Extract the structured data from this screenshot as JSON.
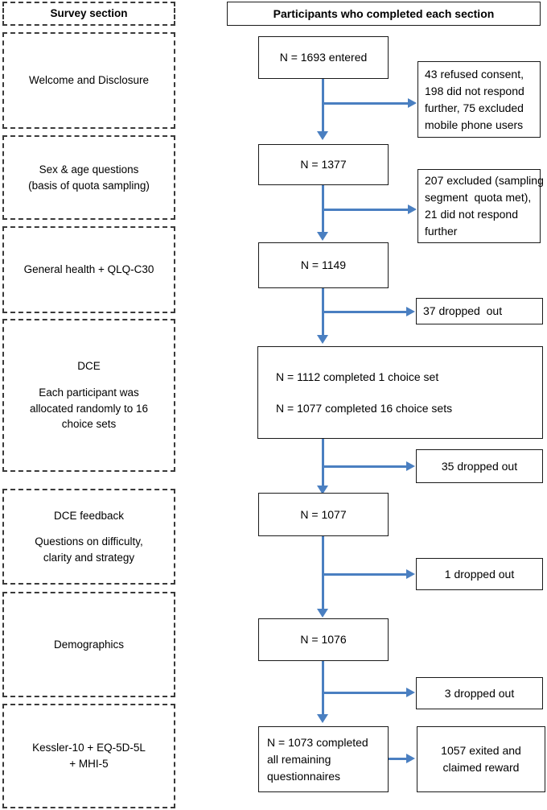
{
  "survey_column": {
    "header": "Survey section",
    "sections": [
      {
        "lines": [
          "Welcome and Disclosure"
        ]
      },
      {
        "lines": [
          "Sex & age questions",
          "(basis of quota sampling)"
        ]
      },
      {
        "lines": [
          "General health + QLQ-C30"
        ]
      },
      {
        "lines": [
          "DCE",
          "",
          "Each participant was",
          "allocated randomly to 16",
          "choice sets"
        ]
      },
      {
        "lines": [
          "DCE feedback",
          "",
          "Questions on difficulty,",
          "clarity and strategy"
        ]
      },
      {
        "lines": [
          "Demographics"
        ]
      },
      {
        "lines": [
          "Kessler-10 + EQ-5D-5L",
          "+ MHI-5"
        ]
      }
    ]
  },
  "flow_column": {
    "header": "Participants who completed each section",
    "main_nodes": [
      {
        "id": "n1693",
        "lines": [
          "N = 1693 entered"
        ]
      },
      {
        "id": "n1377",
        "lines": [
          "N = 1377"
        ]
      },
      {
        "id": "n1149",
        "lines": [
          "N = 1149"
        ]
      },
      {
        "id": "n1112",
        "lines": [
          "N = 1112 completed 1 choice set",
          "",
          "N = 1077 completed 16 choice sets"
        ]
      },
      {
        "id": "n1077",
        "lines": [
          "N = 1077"
        ]
      },
      {
        "id": "n1076",
        "lines": [
          "N = 1076"
        ]
      },
      {
        "id": "n1073",
        "lines": [
          "N = 1073 completed",
          "all remaining",
          "questionnaires"
        ]
      }
    ],
    "side_nodes": [
      {
        "id": "excl1",
        "lines": [
          "43 refused consent,",
          "198 did not respond",
          "further, 75 excluded",
          "mobile phone users"
        ]
      },
      {
        "id": "excl2",
        "lines": [
          "207 excluded (sampling",
          "segment  quota met),",
          "21 did not respond",
          "further"
        ]
      },
      {
        "id": "drop37",
        "lines": [
          "37 dropped  out"
        ]
      },
      {
        "id": "drop35",
        "lines": [
          "35 dropped out"
        ]
      },
      {
        "id": "drop1",
        "lines": [
          "1 dropped out"
        ]
      },
      {
        "id": "drop3",
        "lines": [
          "3 dropped out"
        ]
      },
      {
        "id": "exit1057",
        "lines": [
          "1057 exited and",
          "claimed reward"
        ]
      }
    ]
  },
  "colors": {
    "arrow": "#4a7fc1",
    "box_border": "#1a1a1a",
    "dashed_border": "#3a3a3a",
    "background": "#ffffff"
  }
}
